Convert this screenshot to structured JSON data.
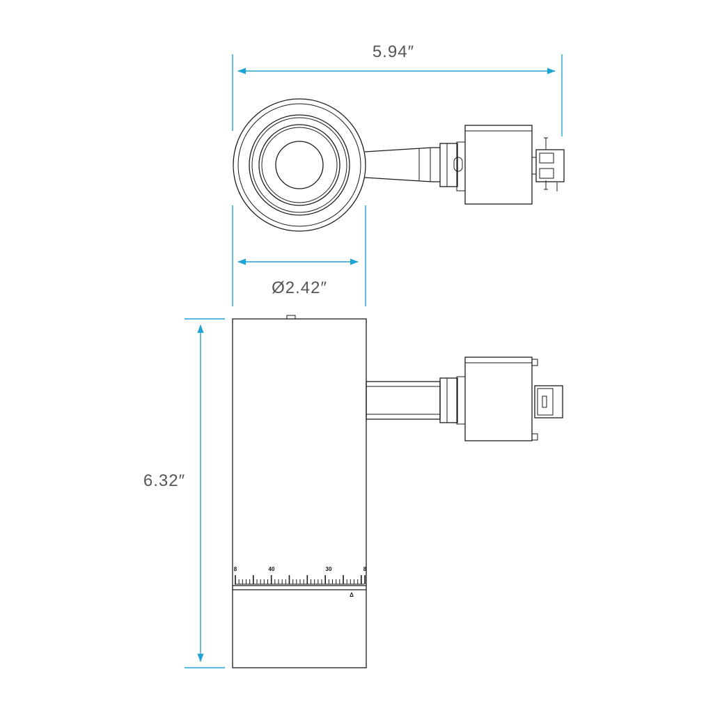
{
  "dimensions": {
    "overall_width": "5.94″",
    "head_diameter": "Ø2.42″",
    "height": "6.32″"
  },
  "scale": {
    "labels": [
      "8",
      "40",
      "30",
      "8"
    ],
    "pointer": "Δ"
  },
  "colors": {
    "dimension_line": "#1fa3d6",
    "outline": "#1a1a1a",
    "dimension_text": "#555555"
  }
}
